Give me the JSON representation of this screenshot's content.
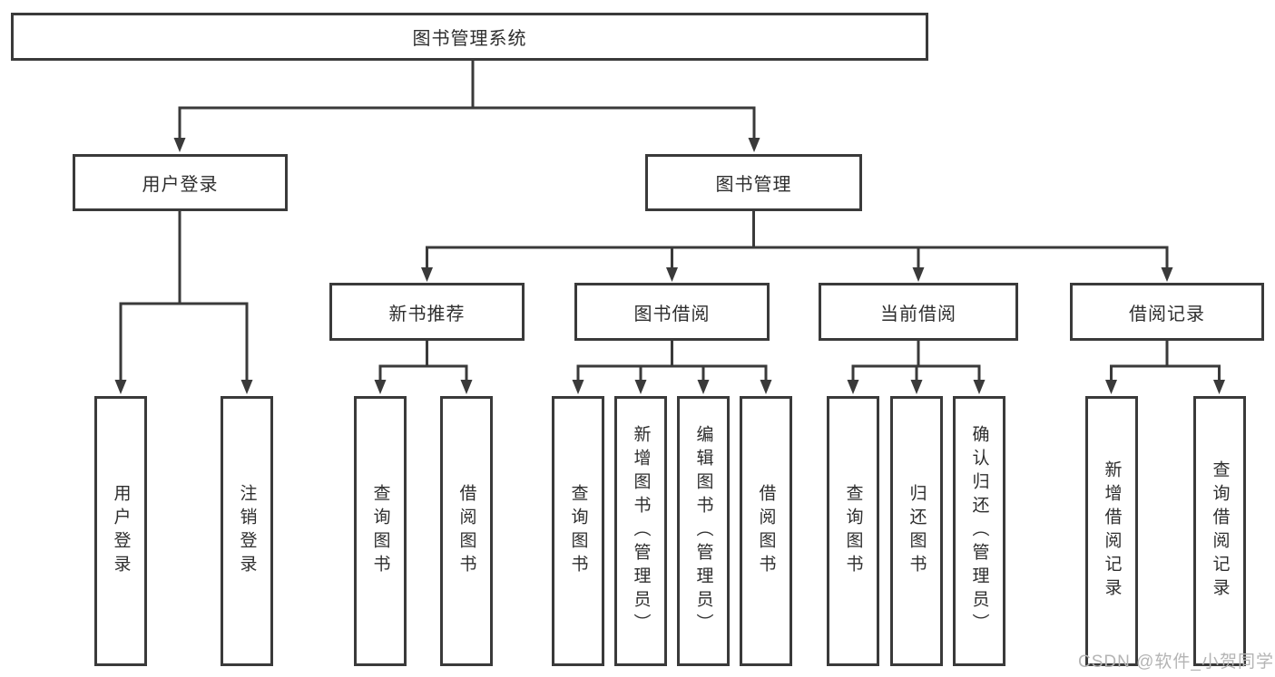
{
  "diagram": {
    "root": {
      "label": "图书管理系统"
    },
    "level2": [
      {
        "label": "用户登录"
      },
      {
        "label": "图书管理"
      }
    ],
    "level3": [
      {
        "label": "新书推荐"
      },
      {
        "label": "图书借阅"
      },
      {
        "label": "当前借阅"
      },
      {
        "label": "借阅记录"
      }
    ],
    "groups": [
      {
        "parent": "用户登录",
        "children": [
          "用户登录",
          "注销登录"
        ]
      },
      {
        "parent": "新书推荐",
        "children": [
          "查询图书",
          "借阅图书"
        ]
      },
      {
        "parent": "图书借阅",
        "children": [
          "查询图书",
          "新增图书（管理员）",
          "编辑图书（管理员）",
          "借阅图书"
        ]
      },
      {
        "parent": "当前借阅",
        "children": [
          "查询图书",
          "归还图书",
          "确认归还（管理员）"
        ]
      },
      {
        "parent": "借阅记录",
        "children": [
          "新增借阅记录",
          "查询借阅记录"
        ]
      }
    ],
    "watermark": "CSDN @软件_小贺同学",
    "colors": {
      "line": "#3a3a3a",
      "box_border": "#3a3a3a",
      "box_fill": "#ffffff",
      "text": "#2e2e2e",
      "watermark": "#b4b4b4",
      "background": "#ffffff"
    }
  }
}
